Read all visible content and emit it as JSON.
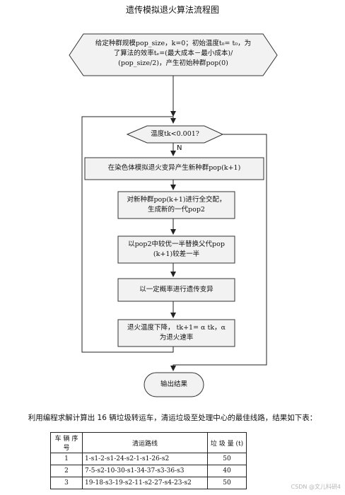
{
  "title": "遗传模拟退火算法流程图",
  "flow": {
    "init": {
      "line1": "给定种群规模pop_size，k=0；初始温度t₀= t₀，为",
      "line2": "了算法的效率tₑ=(最大成本－最小成本)/",
      "line3": "(pop_size/2)，产生初始种群pop(0)"
    },
    "check": "温度tk<0.001?",
    "no_label": "N",
    "step1": "在染色体模拟退火变异产生新种群pop(k+1)",
    "step2_line1": "对新种群pop(k+1)进行全交配，",
    "step2_line2": "生成新的一代pop2",
    "step3_line1": "以pop2中较优一半替换父代pop",
    "step3_line2": "(k+1)较差一半",
    "step4": "以一定概率进行遗传变异",
    "step5_line1": "退火温度下降，  tk+1= α tk，α",
    "step5_line2": "为退火速率",
    "end": "输出结果"
  },
  "intro": "利用编程求解计算出 16 辆垃圾转运车，清运垃圾至处理中心的最佳线路，结果如下表：",
  "table": {
    "headers": [
      "车 辆 序 号",
      "清运路线",
      "垃 圾 量 (t)"
    ],
    "rows": [
      [
        "1",
        "1-s1-2-s1-24-s2-1-s1-26-s2",
        "50"
      ],
      [
        "2",
        "7-5-s2-10-30-s1-34-37-s3-36-s3",
        "40"
      ],
      [
        "3",
        "19-18-s3-19-s2-11-s2-27-s4-23-s2",
        "50"
      ]
    ]
  },
  "watermark": "CSDN @文儿科研4"
}
